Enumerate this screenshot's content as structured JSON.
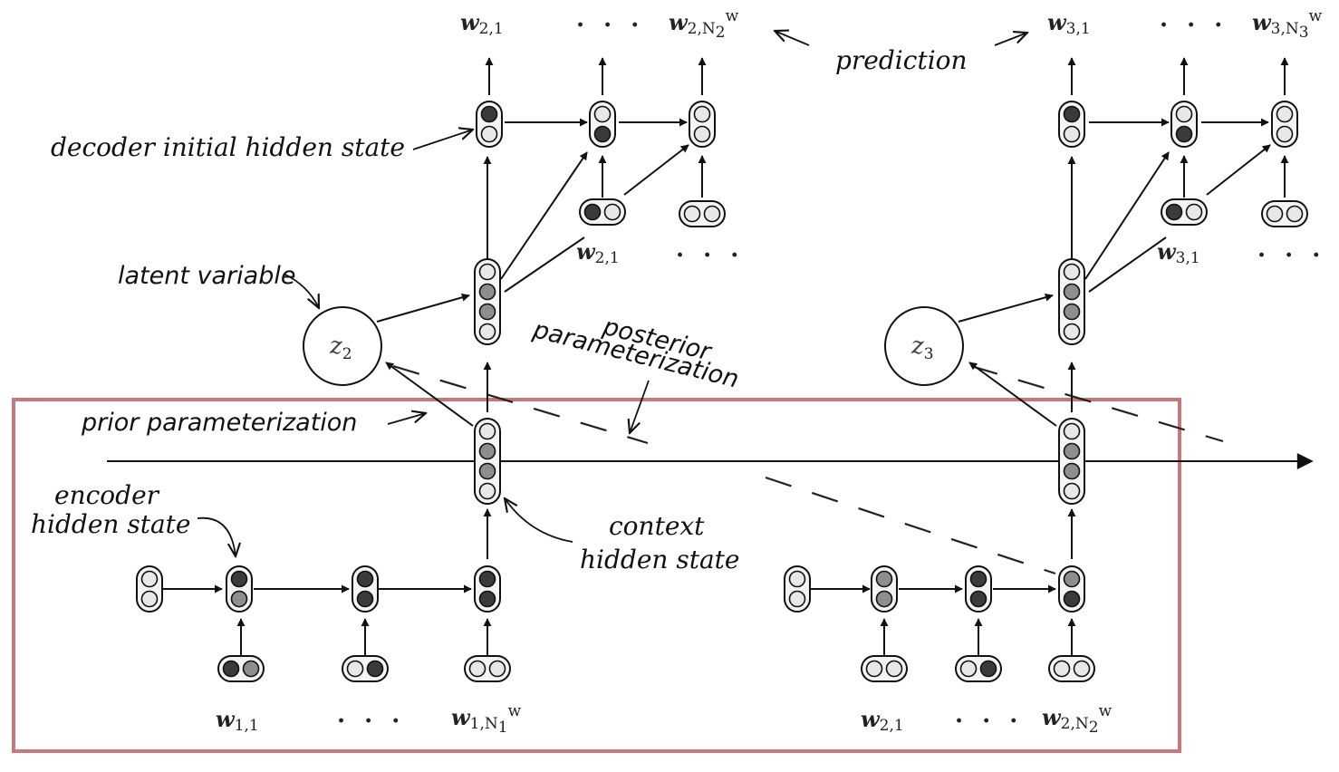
{
  "annotations": {
    "decoder_initial": "decoder initial hidden state",
    "prediction": "prediction",
    "latent_variable": "latent variable",
    "posterior_line1": "posterior",
    "posterior_line2": "parameterization",
    "prior": "prior parameterization",
    "encoder_line1": "encoder",
    "encoder_line2": "hidden state",
    "context_line1": "context",
    "context_line2": "hidden state"
  },
  "word_labels": {
    "top_left": [
      {
        "base": "w",
        "sub": "2,1"
      },
      {
        "base": "w",
        "sub": "2,N",
        "subsub": "2",
        "sup": "w"
      }
    ],
    "top_right": [
      {
        "base": "w",
        "sub": "3,1"
      },
      {
        "base": "w",
        "sub": "3,N",
        "subsub": "3",
        "sup": "w"
      }
    ],
    "decoder_inputs": [
      {
        "base": "w",
        "sub": "2,1"
      },
      {
        "base": "w",
        "sub": "3,1"
      }
    ],
    "bottom_left": [
      {
        "base": "w",
        "sub": "1,1"
      },
      {
        "base": "w",
        "sub": "1,N",
        "subsub": "1",
        "sup": "w"
      }
    ],
    "bottom_right": [
      {
        "base": "w",
        "sub": "2,1"
      },
      {
        "base": "w",
        "sub": "2,N",
        "subsub": "2",
        "sup": "w"
      }
    ],
    "ellipsis": "· · ·"
  },
  "latent": [
    "z2",
    "z3"
  ],
  "colors": {
    "highlight_box": "#c8787a",
    "node_dark": "#3a3a3a",
    "node_mid": "#8e8e8e",
    "node_light": "#e8e8e8"
  }
}
